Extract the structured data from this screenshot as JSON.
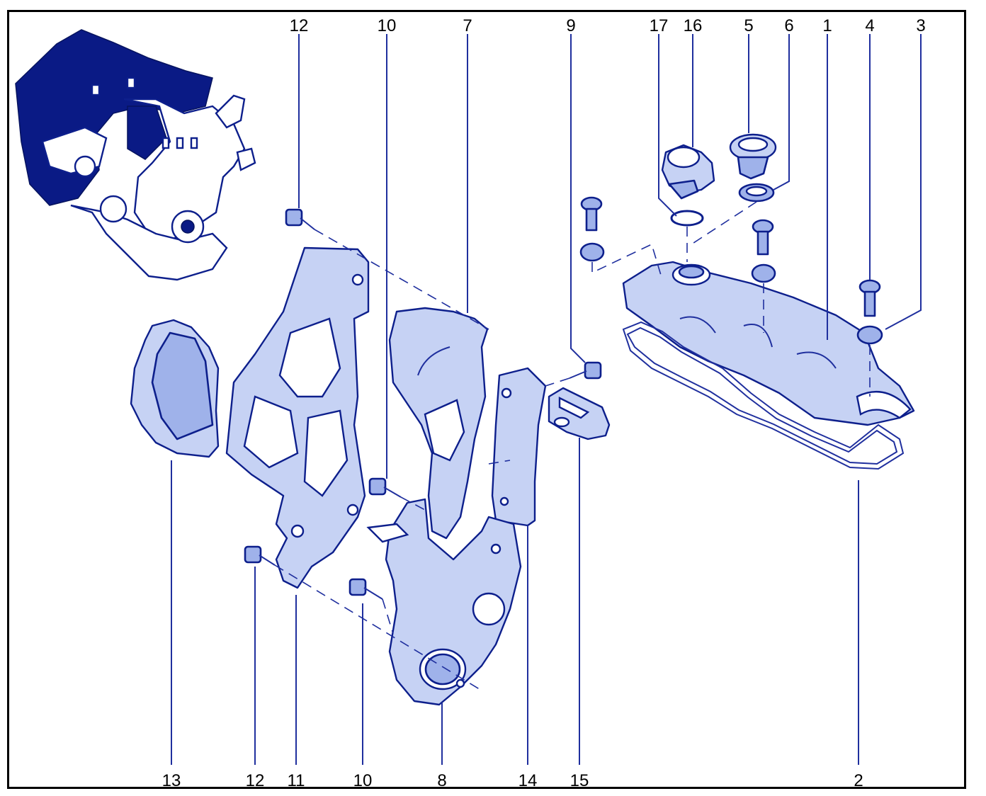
{
  "labels": {
    "top": [
      "12",
      "10",
      "7",
      "9",
      "17",
      "16",
      "5",
      "6",
      "1",
      "4",
      "3"
    ],
    "bottom": [
      "13",
      "12",
      "11",
      "10",
      "8",
      "14",
      "15",
      "2"
    ]
  },
  "colors": {
    "line": "#0d1f8c",
    "fill": "#9fb2ea",
    "engine": "#0a1a85",
    "frame": "#000000"
  },
  "icons": [
    "engine-thumbnail-icon"
  ]
}
